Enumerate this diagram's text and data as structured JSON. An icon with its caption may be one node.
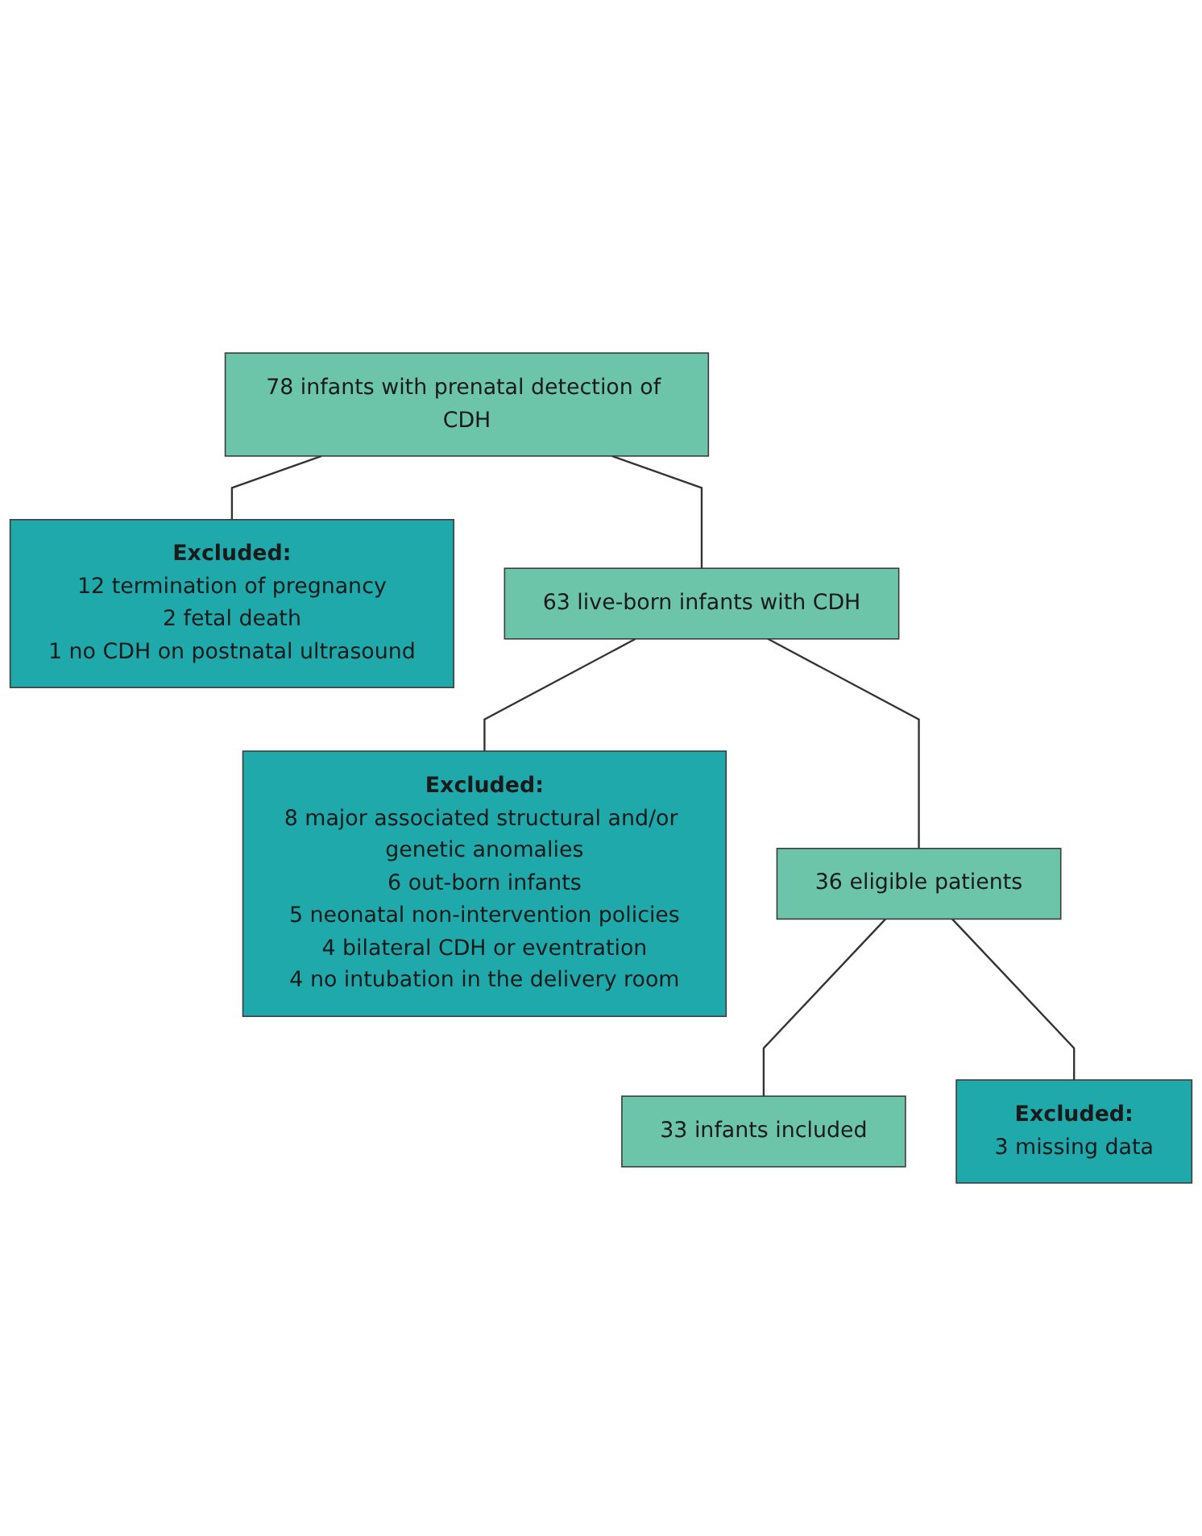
{
  "diagram": {
    "nodes": [
      {
        "text": [
          "78 infants with prenatal detection of CDH"
        ]
      },
      {
        "text": [
          "Excluded:",
          "12 termination of pregnancy",
          "2 fetal death",
          "1 no CDH on postnatal ultrasound"
        ]
      },
      {
        "text": [
          "63 live-born infants with CDH"
        ]
      },
      {
        "text": [
          "Excluded:",
          "8 major associated structural and/or genetic anomalies",
          "6 out-born infants",
          "5 neonatal non-intervention policies",
          "4 bilateral CDH or eventration",
          "4 no intubation in the delivery room"
        ]
      },
      {
        "text": [
          "36 eligible patients"
        ]
      },
      {
        "text": [
          "Excluded:",
          "3 missing data"
        ]
      },
      {
        "text": [
          "33 infants included"
        ]
      }
    ],
    "edges": [
      {
        "from": 0,
        "to": 2,
        "arrow": "none"
      },
      {
        "from": 0,
        "to": 1,
        "arrow": "none"
      },
      {
        "from": 2,
        "to": 4,
        "arrow": "none"
      },
      {
        "from": 2,
        "to": 3,
        "arrow": "none"
      },
      {
        "from": 4,
        "to": 6,
        "arrow": "none"
      },
      {
        "from": 4,
        "to": 5,
        "arrow": "none"
      }
    ]
  }
}
